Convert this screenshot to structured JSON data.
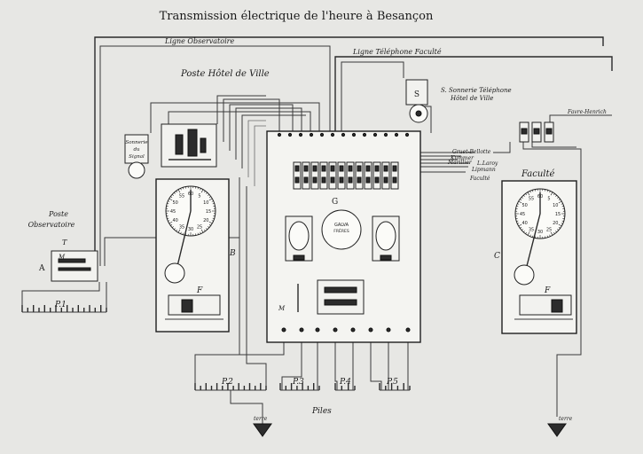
{
  "title": "Transmission électrique de l'heure à Besançon",
  "labels": {
    "ligne_observatoire": "Ligne Observatoire",
    "ligne_telephone": "Ligne Téléphone Faculté",
    "poste_hotel": "Poste Hôtel de Ville",
    "sonnerie_tel_1": "S. Sonnerie Téléphone",
    "sonnerie_tel_2": "Hôtel de Ville",
    "sonnerie_signal_1": "Sonnerie",
    "sonnerie_signal_2": "du",
    "sonnerie_signal_3": "Signal",
    "s": "S",
    "poste_obs_1": "Poste",
    "poste_obs_2": "Observatoire",
    "a": "A",
    "t": "T",
    "m_obs": "M",
    "b": "B",
    "c": "C",
    "f1": "F",
    "f2": "F",
    "g": "G",
    "m_center": "M",
    "faculte_heading": "Faculté",
    "favre": "Favre-Henrich",
    "gruet": "Gruet-Bellotte",
    "kummer": "Kummer",
    "marillier": "Marillier",
    "laroy": "L.Laroy",
    "lipmann": "Lipmann",
    "faculte_small": "Faculté",
    "galva_1": "GALVA",
    "galva_2": "FRÈRES",
    "p1": "P.1",
    "p2": "P.2",
    "p3": "P.3",
    "p4": "P.4",
    "p5": "P.5",
    "piles": "Piles",
    "terre_1": "terre",
    "terre_2": "terre"
  },
  "dial_numbers": [
    "60",
    "5",
    "10",
    "15",
    "20",
    "25",
    "30",
    "35",
    "40",
    "45",
    "50",
    "55"
  ]
}
